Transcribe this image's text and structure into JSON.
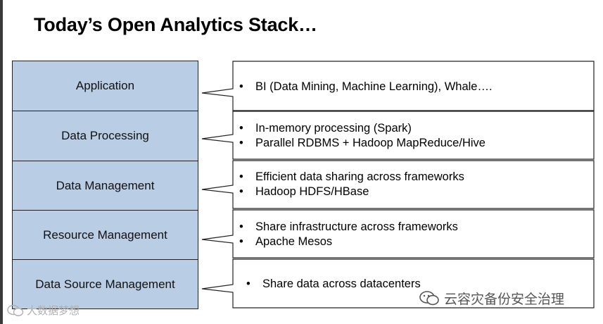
{
  "slide": {
    "title": "Today’s Open Analytics Stack…"
  },
  "layers": [
    {
      "label": "Application",
      "bullets": [
        "BI (Data Mining, Machine Learning), Whale…."
      ]
    },
    {
      "label": "Data Processing",
      "bullets": [
        "In-memory processing (Spark)",
        "Parallel RDBMS + Hadoop MapReduce/Hive"
      ]
    },
    {
      "label": "Data Management",
      "bullets": [
        "Efficient data sharing across frameworks",
        "Hadoop HDFS/HBase"
      ]
    },
    {
      "label": "Resource Management",
      "bullets": [
        "Share infrastructure across frameworks",
        "Apache Mesos"
      ]
    },
    {
      "label": "Data Source Management",
      "bullets": [
        "Share data across datacenters"
      ]
    }
  ],
  "watermarks": {
    "left_text": "大数据梦想",
    "right_text": "云容灾备份安全治理"
  },
  "colors": {
    "layer_fill": "#b9cde5",
    "border": "#222222"
  }
}
